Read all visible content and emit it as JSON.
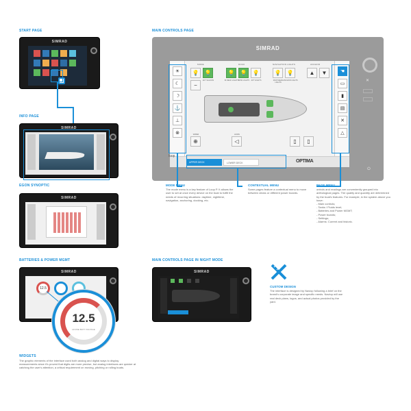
{
  "sections": {
    "start_page": "START PAGE",
    "info_page": "INFO PAGE",
    "ecdis": "EGON SYNOPTIC",
    "batteries": "BATTERIES & POWER MGMT",
    "main_controls": "MAIN CONTROLS PAGE",
    "night_mode": "MAIN CONTROLS PAGE IN NIGHT MODE",
    "widgets": "WIDGETS"
  },
  "brand": "SIMRAD",
  "mode_menu": {
    "title": "MODE MENU",
    "body": "The mode menu is a key feature of Loop P. It allows the user to set at once every device on the boat to fulfill the needs of recurring situations: daytime, nighttime, navigation, anchoring, docking, etc."
  },
  "contextual_menu": {
    "title": "CONTEXTUAL MENU",
    "body": "Some pages feature a contextual menu to move between decks or different power boards."
  },
  "page_menu": {
    "title": "PAGE MENU",
    "body": "ontrols and readings are conveniently grouped into anthological pages. The quality and quantity are determined by the boat's features. For example, in the system above you have:",
    "items": [
      "- Main controls;",
      "- Tanks / Fluids level;",
      "- Batteries and Power MGMT;",
      "- Power boards;",
      "- Settings;",
      "- Alarms: Current and historic."
    ]
  },
  "custom_design": {
    "title": "CUSTOM DESIGN",
    "body": "The interface is designed by Naviop following a brief on the brand's corporate image and specific needs. Naviop will use real deck plans, logos, and actual photos provided by the yard."
  },
  "widgets": {
    "body": "The graphic elements of the interface used both analog and digital ways to display measurements since it's proved that digits are more precise, but analog interfaces are quicker at catching the user's attention, a critical requirement on moving, pitching or rolling boats.",
    "gauge_value": "12.5",
    "gauge_small_value": "12.5",
    "gauge_label": "HOUSE BATT VOLTAGE"
  },
  "main_screen": {
    "groups": [
      "MODE",
      "DOCK",
      "NAVIGATION LIGHTS",
      "ANCHOR"
    ],
    "labels": [
      "AFT SALOON",
      "IN DECK LIGHTS",
      "BOW LIGHTS",
      "AFT LIGHTS",
      "MASTHEAD LIGHTS",
      "ANCHOR LIGHTS",
      "NAV LIGHTS",
      "WIPER",
      "HORN"
    ],
    "loop_label": "loop",
    "tab_active": "UPPER DECK",
    "tab_inactive": "LOWER DECK",
    "logo": "OPTIMA"
  },
  "colors": {
    "accent": "#1a8fd8",
    "green": "#5cb85c"
  }
}
